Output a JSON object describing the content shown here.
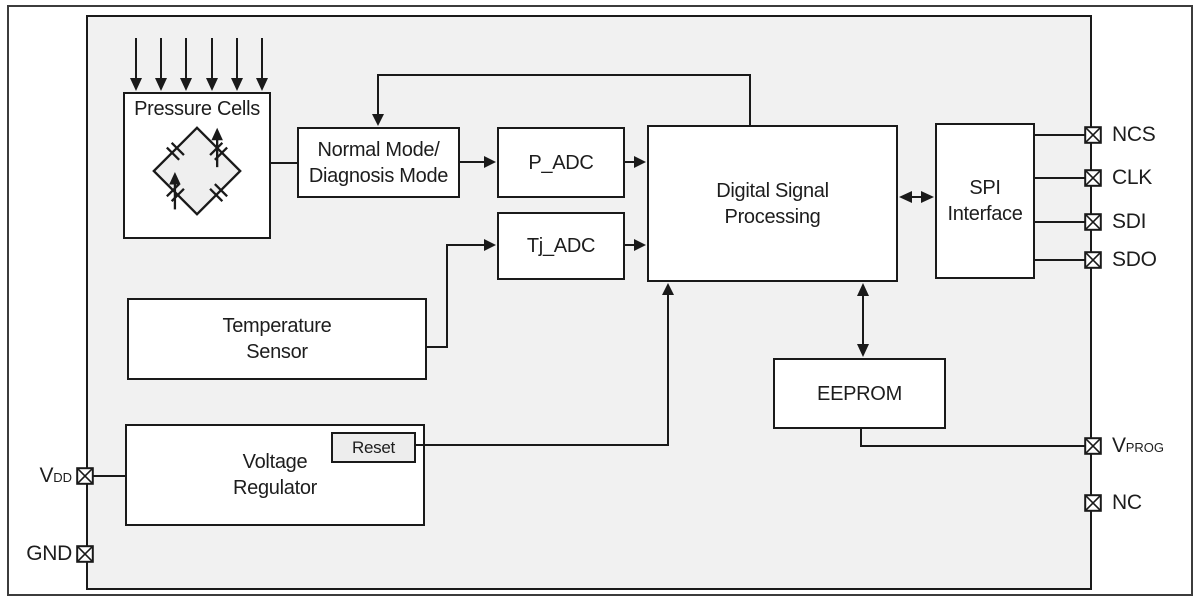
{
  "blocks": {
    "pressure_cells": {
      "label": "Pressure Cells"
    },
    "normal_mode": {
      "label": "Normal Mode/\nDiagnosis Mode"
    },
    "p_adc": {
      "label": "P_ADC"
    },
    "tj_adc": {
      "label": "Tj_ADC"
    },
    "dsp": {
      "label": "Digital Signal\nProcessing"
    },
    "spi": {
      "label": "SPI\nInterface"
    },
    "temperature_sensor": {
      "label": "Temperature\nSensor"
    },
    "eeprom": {
      "label": "EEPROM"
    },
    "voltage_regulator": {
      "label": "Voltage\nRegulator"
    },
    "reset": {
      "label": "Reset"
    }
  },
  "pins": {
    "ncs": {
      "label": "NCS"
    },
    "clk": {
      "label": "CLK"
    },
    "sdi": {
      "label": "SDI"
    },
    "sdo": {
      "label": "SDO"
    },
    "vprog": {
      "name": "V",
      "sub": "PROG"
    },
    "nc": {
      "label": "NC"
    },
    "vdd": {
      "name": "V",
      "sub": "DD"
    },
    "gnd": {
      "label": "GND"
    }
  },
  "icons": {
    "bridge": "wheatstone-bridge",
    "pad": "bond-pad-x-box"
  },
  "colors": {
    "chip_fill": "#f1f1f1",
    "block_fill": "#ffffff",
    "reset_fill": "#ededed",
    "line": "#1a1a1a",
    "text": "#1d1d1d",
    "frame": "#3c3c3c"
  }
}
